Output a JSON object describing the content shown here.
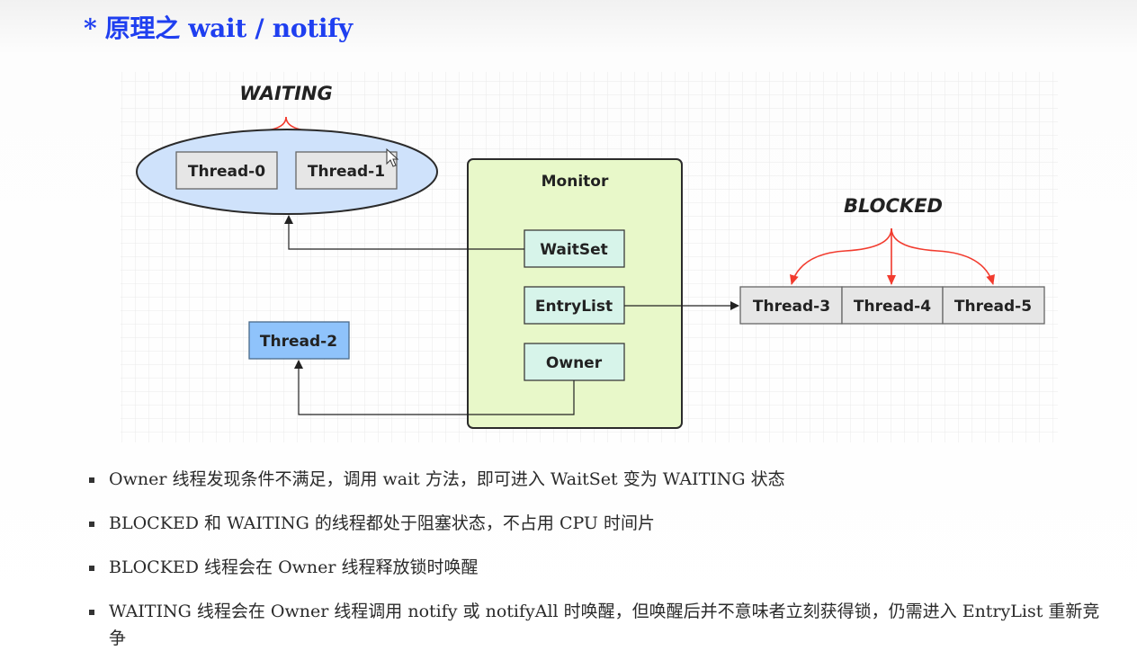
{
  "title": "* 原理之 wait / notify",
  "diagram": {
    "waiting_label": "WAITING",
    "blocked_label": "BLOCKED",
    "monitor": {
      "title": "Monitor",
      "waitset": "WaitSet",
      "entrylist": "EntryList",
      "owner": "Owner"
    },
    "threads": {
      "t0": "Thread-0",
      "t1": "Thread-1",
      "t2": "Thread-2",
      "t3": "Thread-3",
      "t4": "Thread-4",
      "t5": "Thread-5"
    },
    "colors": {
      "waiting_ellipse": "#cfe2fb",
      "monitor_fill": "#e8f8c9",
      "monitor_slot": "#d7f4ea",
      "owner_thread": "#8fc3fb",
      "thread_box": "#e6e6e6",
      "red_arrow": "#f23b2e"
    }
  },
  "bullets": [
    "Owner 线程发现条件不满足，调用 wait 方法，即可进入 WaitSet 变为 WAITING 状态",
    "BLOCKED 和 WAITING 的线程都处于阻塞状态，不占用 CPU 时间片",
    "BLOCKED 线程会在 Owner 线程释放锁时唤醒",
    "WAITING 线程会在 Owner 线程调用 notify 或 notifyAll 时唤醒，但唤醒后并不意味者立刻获得锁，仍需进入 EntryList 重新竞争"
  ]
}
